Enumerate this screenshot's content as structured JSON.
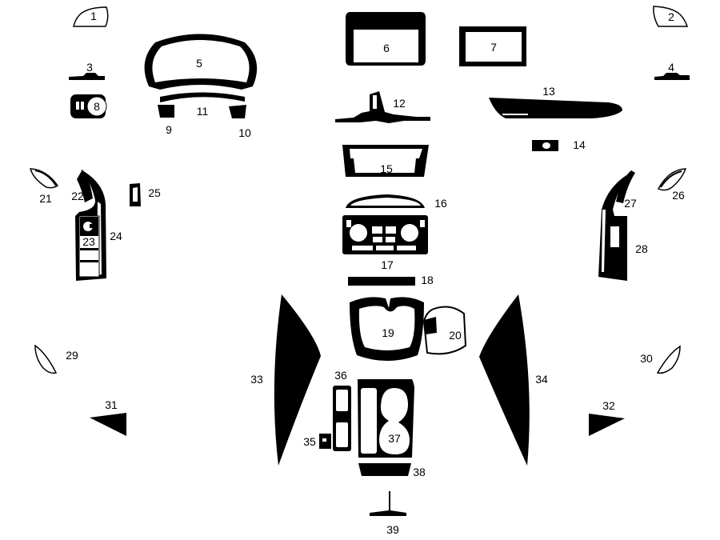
{
  "parts": [
    {
      "id": "part-1",
      "label": "1"
    },
    {
      "id": "part-2",
      "label": "2"
    },
    {
      "id": "part-3",
      "label": "3"
    },
    {
      "id": "part-4",
      "label": "4"
    },
    {
      "id": "part-5",
      "label": "5"
    },
    {
      "id": "part-6",
      "label": "6"
    },
    {
      "id": "part-7",
      "label": "7"
    },
    {
      "id": "part-8",
      "label": "8"
    },
    {
      "id": "part-9",
      "label": "9"
    },
    {
      "id": "part-10",
      "label": "10"
    },
    {
      "id": "part-11",
      "label": "11"
    },
    {
      "id": "part-12",
      "label": "12"
    },
    {
      "id": "part-13",
      "label": "13"
    },
    {
      "id": "part-14",
      "label": "14"
    },
    {
      "id": "part-15",
      "label": "15"
    },
    {
      "id": "part-16",
      "label": "16"
    },
    {
      "id": "part-17",
      "label": "17"
    },
    {
      "id": "part-18",
      "label": "18"
    },
    {
      "id": "part-19",
      "label": "19"
    },
    {
      "id": "part-20",
      "label": "20"
    },
    {
      "id": "part-21",
      "label": "21"
    },
    {
      "id": "part-22",
      "label": "22"
    },
    {
      "id": "part-23",
      "label": "23"
    },
    {
      "id": "part-24",
      "label": "24"
    },
    {
      "id": "part-25",
      "label": "25"
    },
    {
      "id": "part-26",
      "label": "26"
    },
    {
      "id": "part-27",
      "label": "27"
    },
    {
      "id": "part-28",
      "label": "28"
    },
    {
      "id": "part-29",
      "label": "29"
    },
    {
      "id": "part-30",
      "label": "30"
    },
    {
      "id": "part-31",
      "label": "31"
    },
    {
      "id": "part-32",
      "label": "32"
    },
    {
      "id": "part-33",
      "label": "33"
    },
    {
      "id": "part-34",
      "label": "34"
    },
    {
      "id": "part-35",
      "label": "35"
    },
    {
      "id": "part-36",
      "label": "36"
    },
    {
      "id": "part-37",
      "label": "37"
    },
    {
      "id": "part-38",
      "label": "38"
    },
    {
      "id": "part-39",
      "label": "39"
    }
  ],
  "colors": {
    "ink": "#000000",
    "paper": "#ffffff"
  }
}
